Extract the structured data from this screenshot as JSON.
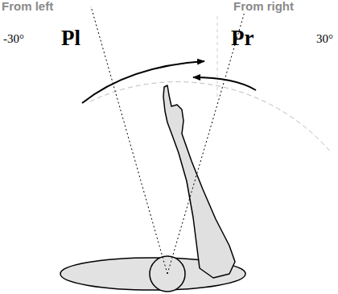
{
  "diagram": {
    "labels": [
      "From left",
      "From right",
      "-30°",
      "30°",
      "Pl",
      "Pr"
    ]
  }
}
